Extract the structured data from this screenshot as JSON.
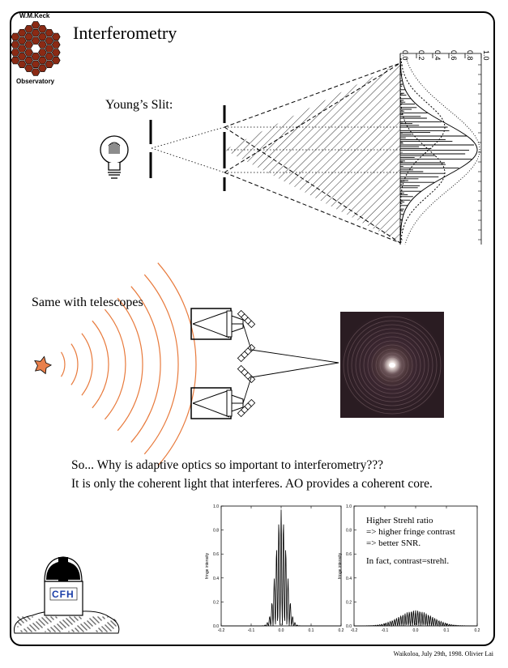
{
  "title": "Interferometry",
  "logo": {
    "top_text": "W.M.Keck",
    "bottom_text": "Observatory",
    "icon": "hexagon-mirror-icon",
    "color": "#8b2a14"
  },
  "youngs_slit": {
    "label": "Young’s Slit:",
    "icon": "light-bulb-icon",
    "axis_ticks": [
      "0.0",
      "0.2",
      "0.4",
      "0.6",
      "0.8",
      "1.0"
    ]
  },
  "telescopes": {
    "label": "Same with telescopes",
    "star_icon": "star-icon",
    "star_color": "#e8804c",
    "wave_color": "#e87a3c"
  },
  "question": {
    "line1": "So... Why is adaptive optics so important to interferometry???",
    "line2": "It is only the coherent light that interferes. AO provides a coherent core."
  },
  "fringe_plots": {
    "ylabel": "fringe intensity",
    "x_ticks": [
      "-0.2",
      "-0.1",
      "0.0",
      "0.1",
      "0.2"
    ],
    "y_ticks": [
      "0.0",
      "0.2",
      "0.4",
      "0.6",
      "0.8",
      "1.0"
    ]
  },
  "strehl_notes": {
    "line1": "Higher Strehl ratio",
    "line2": "=> higher fringe contrast",
    "line3": "=> better SNR.",
    "line4": "In fact, contrast=strehl."
  },
  "cfht_logo": {
    "text": "CFH",
    "icon": "observatory-dome-icon",
    "color": "#1a3ea8"
  },
  "footer": "Waikoloa, July 29th, 1998.   Olivier Lai"
}
